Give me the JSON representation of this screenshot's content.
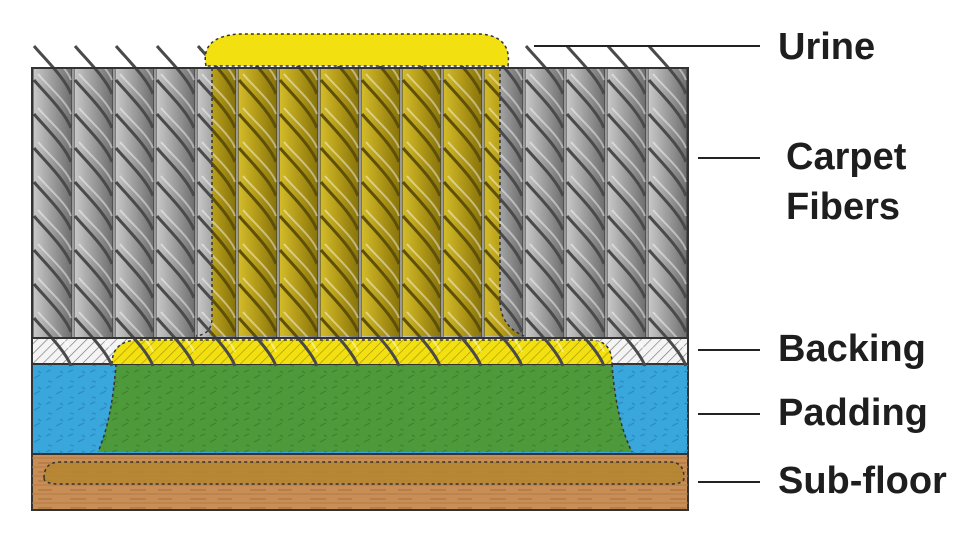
{
  "labels": {
    "urine": "Urine",
    "carpet_line1": "Carpet",
    "carpet_line2": "Fibers",
    "backing": "Backing",
    "padding": "Padding",
    "subfloor": "Sub-floor"
  },
  "colors": {
    "urine_yellow": "#f2e010",
    "stained_fiber": "#b59f1c",
    "fiber_gray": "#9a9a9a",
    "padding_blue": "#39a6dc",
    "padding_green": "#4e9a3a",
    "subfloor_brown": "#c98e56",
    "subfloor_stain": "#b48630",
    "backing_white": "#f4f4f4"
  },
  "icons": [
    "carpet-cross-section-illustration"
  ]
}
